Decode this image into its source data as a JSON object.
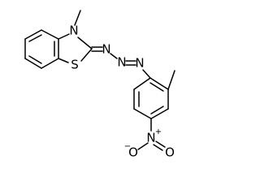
{
  "molecule": {
    "atoms": {
      "n_ring": "N",
      "s_ring": "S",
      "n_azo_1": "N",
      "n_azo_2": "N",
      "n_azo_3": "N",
      "n_nitro": "N",
      "o_nitro_1": "O",
      "o_nitro_2": "O"
    },
    "charges": {
      "n_nitro": "+",
      "o_nitro_1": "−"
    }
  }
}
